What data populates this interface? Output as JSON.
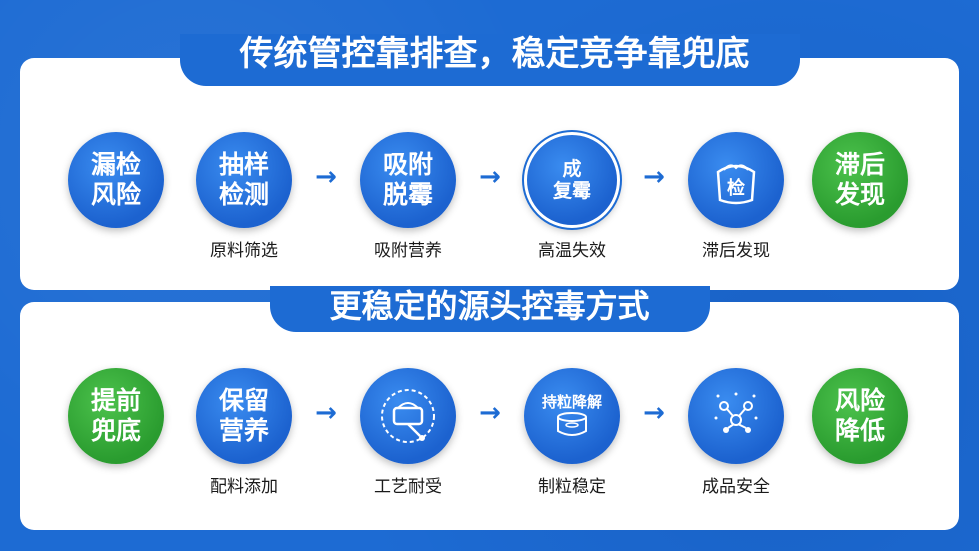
{
  "section_top": {
    "title": "传统管控靠排查，稳定竞争靠兜底",
    "nodes": [
      {
        "label": "漏检\n风险",
        "color": "green_false"
      },
      {
        "label": "抽样\n检测",
        "caption": "原料筛选"
      },
      {
        "label": "吸附\n脱霉",
        "caption": "吸附营养"
      },
      {
        "label": "成\n复霉",
        "caption": "高温失效"
      },
      {
        "label": "检",
        "caption": "滞后发现"
      },
      {
        "label": "滞后\n发现"
      }
    ]
  },
  "section_bottom": {
    "title": "更稳定的源头控毒方式",
    "nodes": [
      {
        "label": "提前\n兜底"
      },
      {
        "label": "保留\n营养",
        "caption": "配料添加"
      },
      {
        "label": "",
        "caption": "工艺耐受"
      },
      {
        "label": "持粒降解",
        "caption": "制粒稳定"
      },
      {
        "label": "",
        "caption": "成品安全"
      },
      {
        "label": "风险\n降低"
      }
    ]
  },
  "arrow_glyph": "→",
  "colors": {
    "brand_blue": "#1d6bd3",
    "green": "#2a9c2f",
    "panel": "#ffffff"
  }
}
